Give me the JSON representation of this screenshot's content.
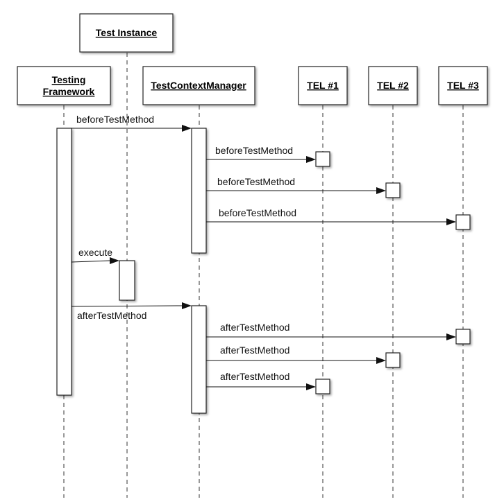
{
  "participants": {
    "testing_framework": [
      "Testing",
      "Framework"
    ],
    "test_instance": "Test Instance",
    "test_context_manager": "TestContextManager",
    "tel1": "TEL #1",
    "tel2": "TEL #2",
    "tel3": "TEL #3"
  },
  "messages": [
    {
      "from": "testing_framework",
      "to": "test_context_manager",
      "label": "beforeTestMethod"
    },
    {
      "from": "test_context_manager",
      "to": "tel1",
      "label": "beforeTestMethod"
    },
    {
      "from": "test_context_manager",
      "to": "tel2",
      "label": "beforeTestMethod"
    },
    {
      "from": "test_context_manager",
      "to": "tel3",
      "label": "beforeTestMethod"
    },
    {
      "from": "testing_framework",
      "to": "test_instance",
      "label": "execute"
    },
    {
      "from": "testing_framework",
      "to": "test_context_manager",
      "label": "afterTestMethod"
    },
    {
      "from": "test_context_manager",
      "to": "tel3",
      "label": "afterTestMethod"
    },
    {
      "from": "test_context_manager",
      "to": "tel2",
      "label": "afterTestMethod"
    },
    {
      "from": "test_context_manager",
      "to": "tel1",
      "label": "afterTestMethod"
    }
  ]
}
